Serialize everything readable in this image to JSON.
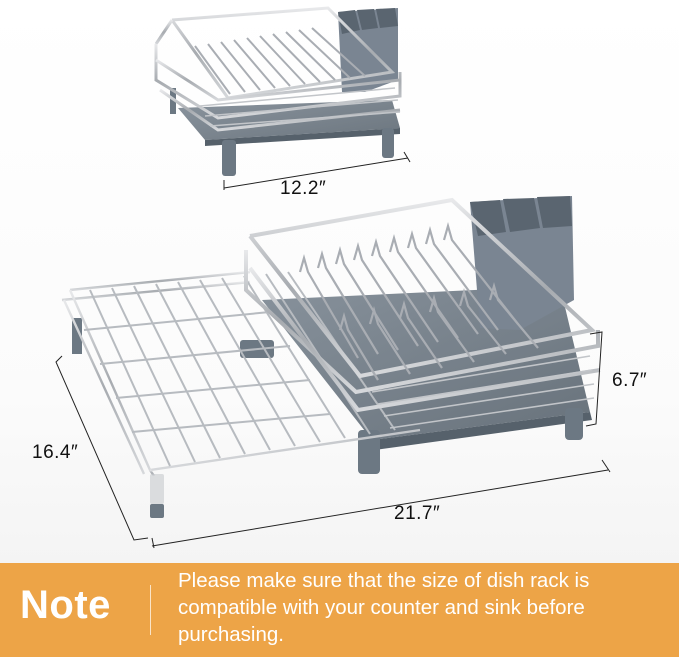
{
  "dimensions": {
    "compact_width": "12.2″",
    "extended_width": "21.7″",
    "depth": "16.4″",
    "height": "6.7″"
  },
  "product": {
    "compact_view": "dish-rack-compact",
    "extended_view": "dish-rack-extended"
  },
  "colors": {
    "note_background": "#eda447",
    "note_text": "#ffffff",
    "tray_gray": "#6c7883",
    "steel": "#b9bcc0"
  },
  "note": {
    "title": "Note",
    "text": "Please make sure that the size of dish rack is compatible with your counter and sink before purchasing."
  }
}
